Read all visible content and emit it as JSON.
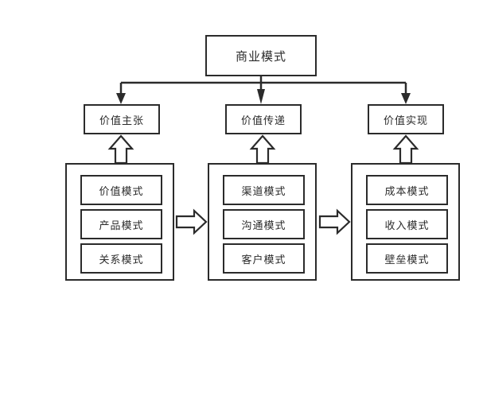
{
  "diagram": {
    "title_text": "商业模式",
    "root": {
      "label": "商业模式"
    },
    "mid_level": [
      {
        "label": "价值主张"
      },
      {
        "label": "价值传递"
      },
      {
        "label": "价值实现"
      }
    ],
    "groups": [
      {
        "name": "value-proposition-group",
        "items": [
          {
            "label": "价值模式"
          },
          {
            "label": "产品模式"
          },
          {
            "label": "关系模式"
          }
        ]
      },
      {
        "name": "value-delivery-group",
        "items": [
          {
            "label": "渠道模式"
          },
          {
            "label": "沟通模式"
          },
          {
            "label": "客户模式"
          }
        ]
      },
      {
        "name": "value-realization-group",
        "items": [
          {
            "label": "成本模式"
          },
          {
            "label": "收入模式"
          },
          {
            "label": "壁垒模式"
          }
        ]
      }
    ],
    "connectors": {
      "bus_arrows": "solid-down-arrow",
      "group_to_mid": "hollow-up-arrow",
      "group_to_group": "hollow-right-arrow"
    },
    "colors": {
      "stroke": "#2b2b2b",
      "fill": "#ffffff",
      "background": "#ffffff",
      "text": "#2b2b2b"
    }
  }
}
